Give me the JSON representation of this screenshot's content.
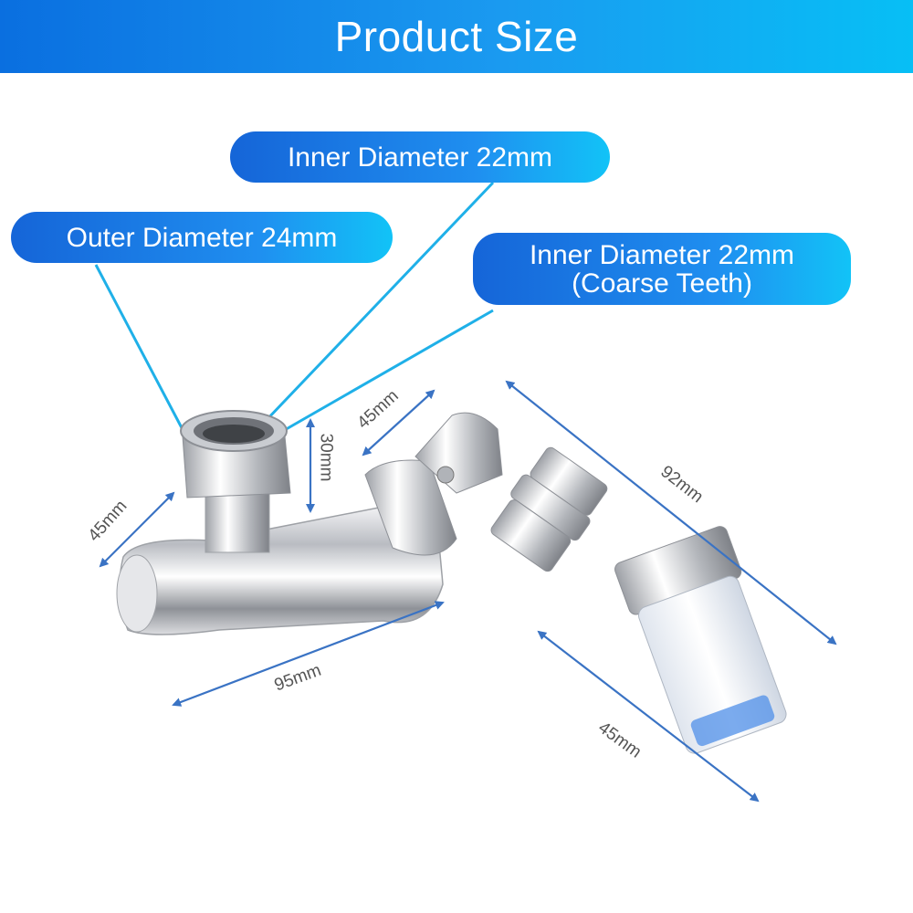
{
  "header": {
    "title": "Product Size"
  },
  "callouts": {
    "outer_diameter": "Outer Diameter 24mm",
    "inner_diameter": "Inner Diameter 22mm",
    "inner_diameter_coarse_line1": "Inner Diameter 22mm",
    "inner_diameter_coarse_line2": "(Coarse Teeth)"
  },
  "dimensions": {
    "left_width": "45mm",
    "connector_height": "30mm",
    "top_width": "45mm",
    "arm_length": "95mm",
    "swivel_length": "92mm",
    "filter_length": "45mm"
  },
  "colors": {
    "header_start": "#0a6fe0",
    "header_end": "#07bff5",
    "leader_line": "#1fb0e8",
    "arrow": "#3a73c4"
  }
}
